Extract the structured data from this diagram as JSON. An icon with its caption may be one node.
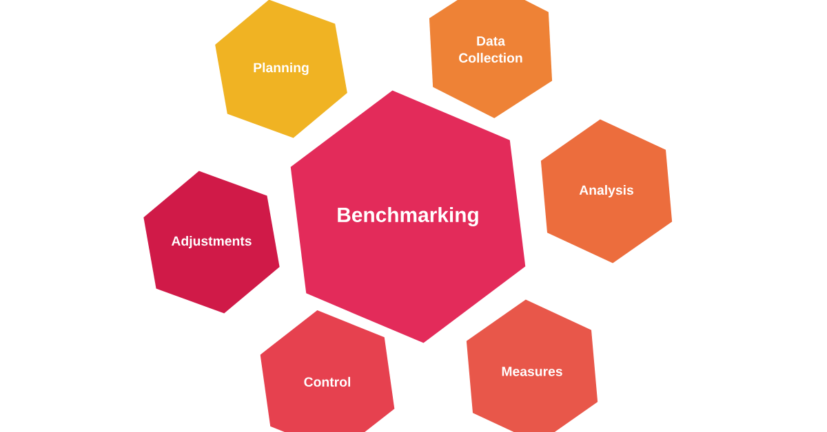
{
  "diagram": {
    "nodes": [
      {
        "text": [
          "Planning"
        ]
      },
      {
        "text": [
          "Data Collection"
        ]
      },
      {
        "text": [
          "Benchmarking"
        ]
      },
      {
        "text": [
          "Analysis"
        ]
      },
      {
        "text": [
          "Adjustments"
        ]
      },
      {
        "text": [
          "Control"
        ]
      },
      {
        "text": [
          "Measures"
        ]
      }
    ]
  }
}
